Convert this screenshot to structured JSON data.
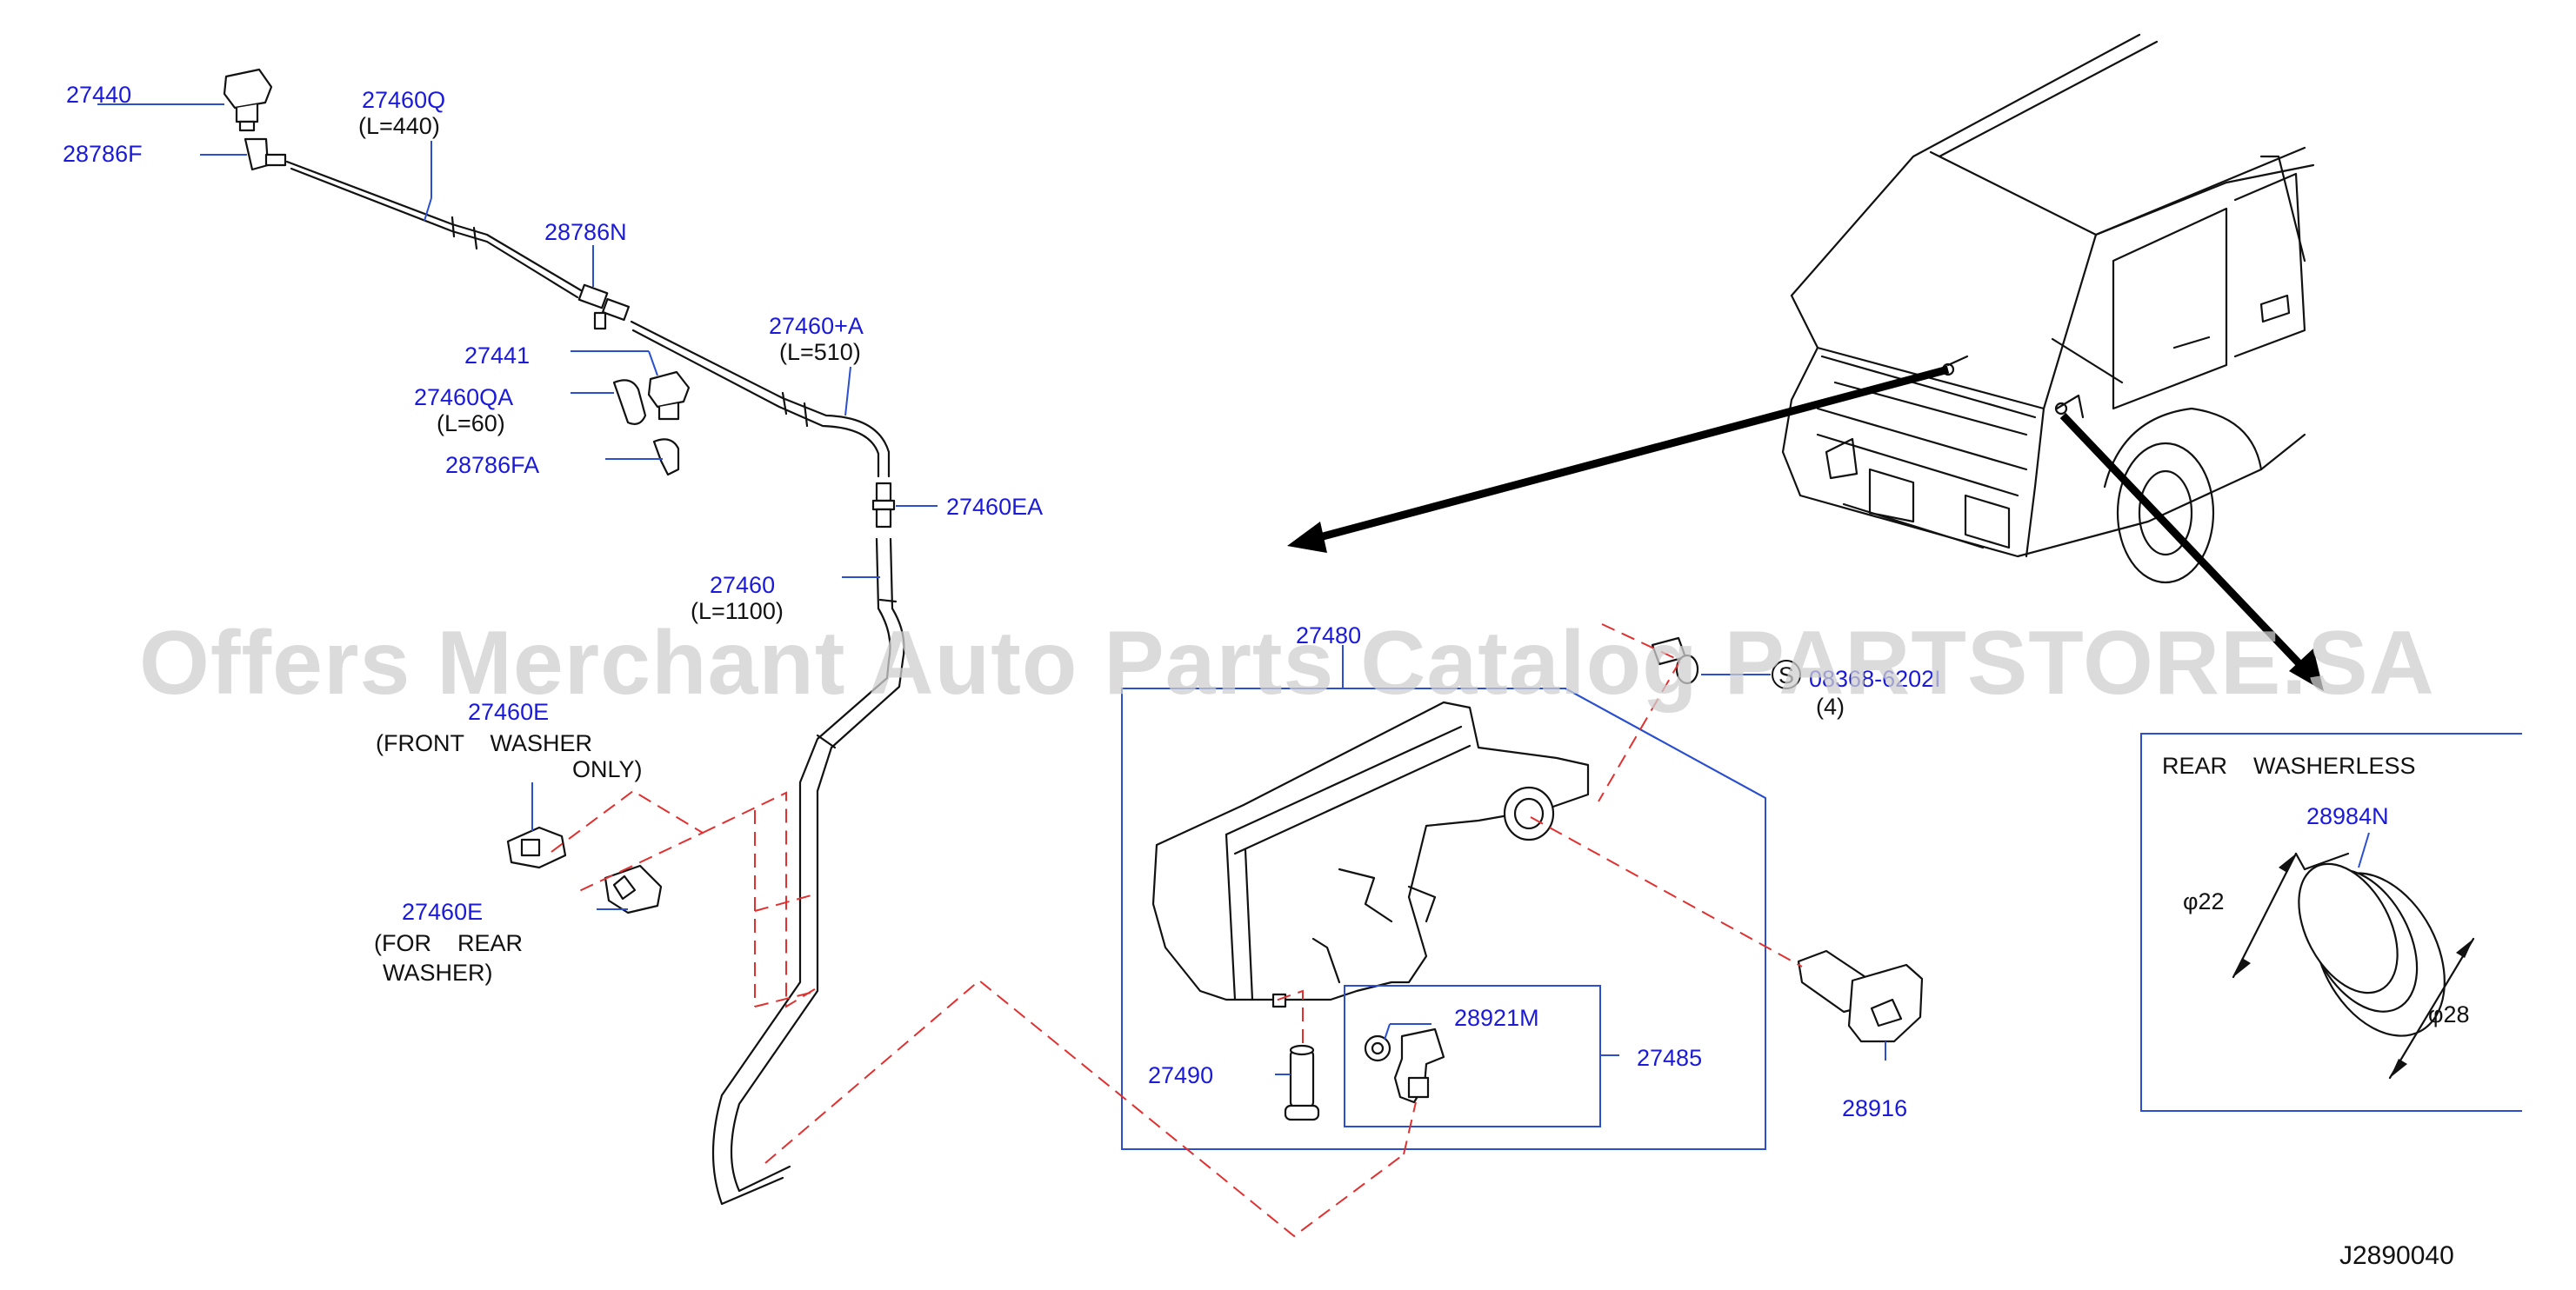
{
  "watermark": "Offers Merchant Auto Parts Catalog PARTSTORE.SA",
  "drawing_code": "J2890040",
  "colors": {
    "part_number": "#1a1ad8",
    "leader_line": "#2a4fd0",
    "dashed_guide": "#e03030",
    "watermark": "#cfcfcf"
  },
  "labels": {
    "p27440": "27440",
    "p28786F": "28786F",
    "p27460Q": "27460Q",
    "p27460Q_len": "(L=440)",
    "p28786N": "28786N",
    "p27441": "27441",
    "p27460QA": "27460QA",
    "p27460QA_len": "(L=60)",
    "p28786FA": "28786FA",
    "p27460A": "27460+A",
    "p27460A_len": "(L=510)",
    "p27460EA": "27460EA",
    "p27460": "27460",
    "p27460_len": "(L=1100)",
    "p27460E_front": "27460E",
    "front_note_1": "(FRONT    WASHER",
    "front_note_2": "ONLY)",
    "p27460E_rear": "27460E",
    "rear_note_1": "(FOR    REAR",
    "rear_note_2": "WASHER)",
    "p27480": "27480",
    "screw_symbol": "S",
    "screw_code": "08368-6202I",
    "screw_qty": "(4)",
    "p28921M": "28921M",
    "p27485": "27485",
    "p27490": "27490",
    "p28916": "28916"
  },
  "inset": {
    "title": "REAR    WASHERLESS",
    "part": "28984N",
    "dim_small": "φ22",
    "dim_large": "φ28"
  }
}
